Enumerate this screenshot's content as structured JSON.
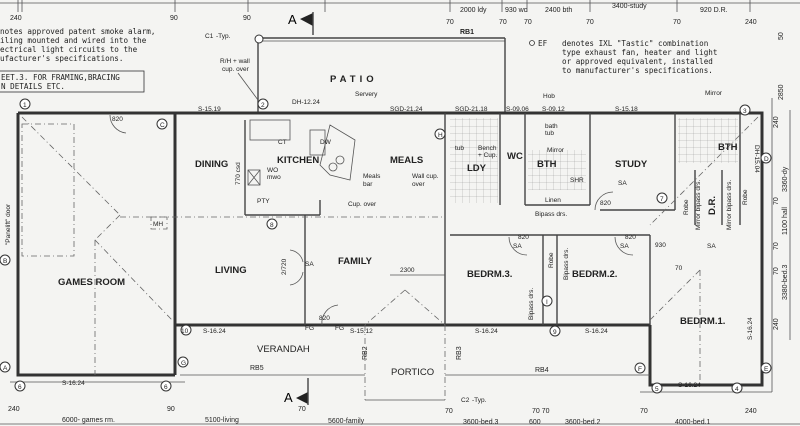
{
  "title": "Ground Floor Plan",
  "notes": {
    "smoke_alarm": [
      "notes approved patent smoke alarm,",
      "iling mounted and wired into the",
      "ectrical light circuits to the",
      "ufacturer's specifications."
    ],
    "sheet_ref": [
      "EET.3. FOR FRAMING,BRACING",
      "N DETAILS ETC."
    ],
    "ef_symbol": "EF",
    "ef_note": [
      "denotes IXL \"Tastic\" combination",
      "type exhaust fan, heater and light",
      "or approved equivalent, installed",
      "to manufacturer's specifications."
    ]
  },
  "rooms": {
    "patio": "PATIO",
    "dining": "DINING",
    "kitchen": "KITCHEN",
    "meals": "MEALS",
    "ldy": "LDY",
    "wc": "WC",
    "bth": "BTH",
    "study": "STUDY",
    "bth2": "BTH",
    "dr": "D.R.",
    "games": "GAMES ROOM",
    "living": "LIVING",
    "family": "FAMILY",
    "bedrm3": "BEDRM.3.",
    "bedrm2": "BEDRM.2.",
    "bedrm1": "BEDRM.1.",
    "verandah": "VERANDAH",
    "portico": "PORTICO"
  },
  "annotations": {
    "rh_wall": [
      "R/H + wall",
      "cup. over"
    ],
    "servery": "Servery",
    "ct": "CT",
    "dw": "DW",
    "meals_bar": [
      "Meals",
      "bar"
    ],
    "wall_cup": [
      "Wall cup.",
      "over"
    ],
    "wo_mwo": [
      "WO",
      "mwo"
    ],
    "pty": "PTY",
    "cup_over": "Cup. over",
    "csd": "770 csd",
    "tub": "tub",
    "bench": [
      "Bench",
      "+ Cup."
    ],
    "bath_tub": [
      "bath",
      "tub"
    ],
    "mirror": "Mirror",
    "mirror2": "Mirror",
    "shr": "SHR",
    "linen": "Linen",
    "bipass": "Bipass drs.",
    "hob": "Hob",
    "sa": "SA",
    "robe": "Robe",
    "mirror_bipass": "Mirror bipass drs.",
    "mh": "MH",
    "panelift": "\"Panelift\" door",
    "dim_2300": "2300",
    "door_2720": "2/720",
    "fg": "FG",
    "c1": "C1",
    "c2": "C2",
    "typ": "-Typ.",
    "section": "A"
  },
  "beams": {
    "rb1": "RB1",
    "rb2": "RB2",
    "rb3": "RB3",
    "rb4": "RB4",
    "rb5": "RB5",
    "s1519": "S-15.19",
    "dh1224": "DH-12.24",
    "sgd2124": "SGD-21.24",
    "sgd2118": "SGD-21.18",
    "s0906": "S-09.06",
    "s0912": "S-09.12",
    "s1518": "S-15.18",
    "dh1504": "DH-15.04",
    "s1624a": "S-16.24",
    "s1624b": "S-16.24",
    "s1624c": "S-16.24",
    "s1624d": "S-16.24",
    "s1624e": "S-16.24",
    "s1624f": "S-16.24",
    "s1612": "S-15.12"
  },
  "doors": {
    "d820": "820",
    "d930": "930",
    "d70": "70",
    "d720": "720"
  },
  "grid_markers": [
    "1",
    "2",
    "3",
    "4",
    "5",
    "6",
    "7",
    "8",
    "9",
    "10",
    "A",
    "B",
    "C",
    "D",
    "E",
    "F",
    "G",
    "H",
    "I"
  ],
  "top_dims": [
    "240",
    "90",
    "90",
    "70",
    "70",
    "70",
    "70",
    "70",
    "240",
    "50",
    "2850"
  ],
  "top_rooms": [
    "2000 ldy",
    "930 wc",
    "2400 bth",
    "3400-study",
    "920 D.R."
  ],
  "right_dims": [
    "240",
    "3360-dy",
    "70",
    "1100 hall",
    "70",
    "3380-bed.3",
    "70",
    "240"
  ],
  "bottom_dims": [
    "240",
    "90",
    "70",
    "70",
    "70 70",
    "70",
    "240"
  ],
  "bottom_rooms": [
    "6000- games rm.",
    "5100-living",
    "5600-family",
    "3600-bed.3",
    "600",
    "3600-bed.2",
    "4000-bed.1"
  ]
}
